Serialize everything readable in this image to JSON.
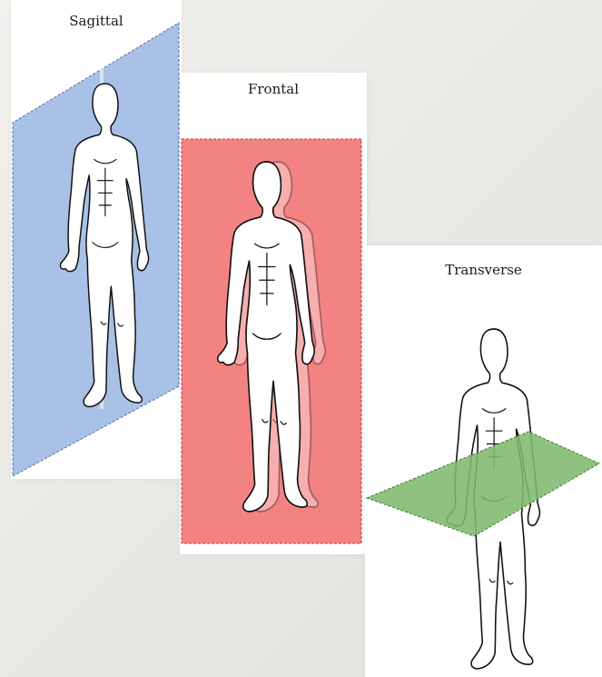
{
  "panels": {
    "sagittal": {
      "label": "Sagittal"
    },
    "frontal": {
      "label": "Frontal"
    },
    "transverse": {
      "label": "Transverse"
    }
  },
  "colors": {
    "sagittal_plane": "#a9c1e6",
    "frontal_plane": "#f38383",
    "transverse_plane": "#7fb96f",
    "outline": "#111111"
  }
}
